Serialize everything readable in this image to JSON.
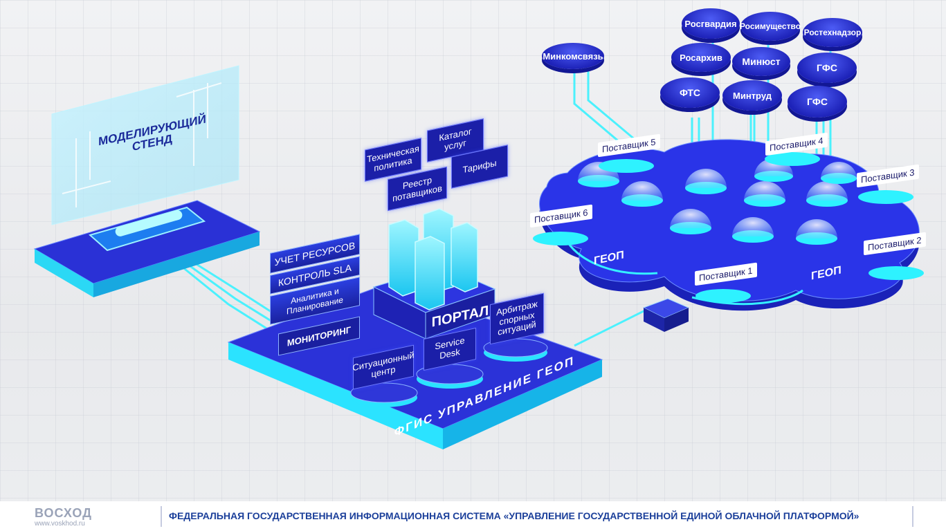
{
  "stand_title": "МОДЕЛИРУЮЩИЙ СТЕНД",
  "hub": {
    "portal": "ПОРТАЛ",
    "platform_label": "ФГИС УПРАВЛЕНИЕ ГЕОП",
    "monitoring": "МОНИТОРИНГ",
    "monitor_stack": [
      "УЧЕТ РЕСУРСОВ",
      "КОНТРОЛЬ SLA",
      "Аналитика и Планирование"
    ],
    "top_cards": [
      "Техническая политика",
      "Каталог услуг",
      "Реестр потавщиков",
      "Тарифы"
    ],
    "pods": [
      "Ситуационный центр",
      "Service Desk",
      "Арбитраж спорных ситуаций"
    ]
  },
  "cloud": {
    "geop_labels": [
      "ГЕОП",
      "ГЕОП"
    ],
    "suppliers": [
      "Поставщик 5",
      "Поставщик 4",
      "Поставщик 3",
      "Поставщик 6",
      "Поставщик 2",
      "Поставщик 1"
    ],
    "agencies": [
      "Минкомсвязь",
      "Росгвардия",
      "Росимущество",
      "Ростехнадзор",
      "Росархив",
      "Минюст",
      "ГФС",
      "ФТС",
      "Минтруд",
      "ГФС"
    ]
  },
  "footer": {
    "logo": "ВОСХОД",
    "site": "www.voskhod.ru",
    "title": "ФЕДЕРАЛЬНАЯ ГОСУДАРСТВЕННАЯ ИНФОРМАЦИОННАЯ СИСТЕМА «УПРАВЛЕНИЕ ГОСУДАРСТВЕННОЙ ЕДИНОЙ ОБЛАЧНОЙ ПЛАТФОРМОЙ»"
  },
  "colors": {
    "primary": "#2a2fd0",
    "cyan": "#2ff0ff",
    "dark": "#1b1fa8"
  }
}
